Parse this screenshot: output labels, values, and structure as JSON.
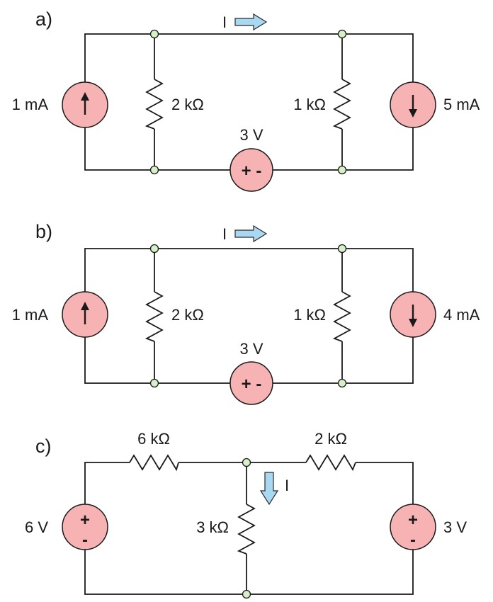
{
  "circuits": [
    {
      "id": "a",
      "part_label": "a)",
      "left_source_label": "1 mA",
      "left_resistor_label": "2 kΩ",
      "right_resistor_label": "1 kΩ",
      "right_source_label": "5 mA",
      "voltage_source_label": "3 V",
      "voltage_source_polarity": "+ -",
      "current_label": "I"
    },
    {
      "id": "b",
      "part_label": "b)",
      "left_source_label": "1 mA",
      "left_resistor_label": "2 kΩ",
      "right_resistor_label": "1 kΩ",
      "right_source_label": "4 mA",
      "voltage_source_label": "3 V",
      "voltage_source_polarity": "+ -",
      "current_label": "I"
    },
    {
      "id": "c",
      "part_label": "c)",
      "left_resistor_label": "6 kΩ",
      "right_resistor_label": "2 kΩ",
      "middle_resistor_label": "3 kΩ",
      "left_source_label": "6 V",
      "right_source_label": "3 V",
      "plus_sign": "+",
      "minus_sign": "-",
      "current_label": "I"
    }
  ],
  "colors": {
    "source_fill": "#f7b3b3",
    "node_fill": "#d6f0c8",
    "current_arrow_fill": "#a9d8f2",
    "wire": "#1a1a1a"
  }
}
